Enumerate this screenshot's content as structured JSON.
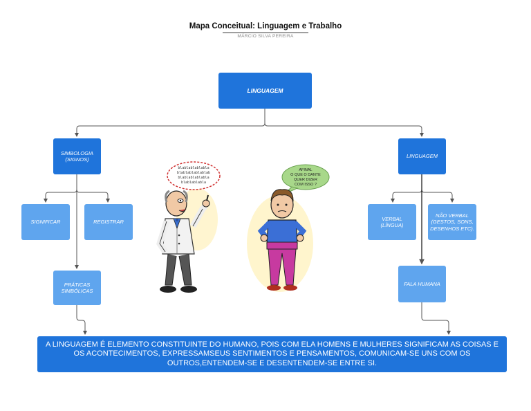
{
  "header": {
    "title": "Mapa Conceitual: Linguagem e Trabalho",
    "author": "MÁRCIO SILVA PEREIRA"
  },
  "nodes": {
    "root": "LINGUAGEM",
    "simbologia": "SIMBOLOGIA (SIGNOS)",
    "significar": "SIGNIFICAR",
    "registrar": "REGISTRAR",
    "praticas": "PRÁTICAS SIMBÓLICAS",
    "linguagem_right": "LINGUAGEM",
    "verbal": "VERBAL (LÍNGUA)",
    "nao_verbal": "NÃO VERBAL (GESTOS, SONS, DESENHOS ETC).",
    "fala_humana": "FALA HUMANA"
  },
  "conclusion": "A LINGUAGEM É ELEMENTO CONSTITUINTE DO HUMANO, POIS COM ELA HOMENS E MULHERES SIGNIFICAM AS COISAS E OS ACONTECIMENTOS, EXPRESSAMSEUS SENTIMENTOS E PENSAMENTOS, COMUNICAM-SE UNS COM OS OUTROS,ENTENDEM-SE E DESENTENDEM-SE ENTRE SI.",
  "illustrations": {
    "professor_bubble_lines": [
      "blablablablabla",
      "blablablablablab",
      "blablablablabla",
      "blablablabla"
    ],
    "student_bubble_lines": [
      "AFINAL",
      "O QUE O DANTE",
      "QUER DIZER",
      "COM ISSO ?"
    ]
  },
  "colors": {
    "primary": "#1f74db",
    "secondary": "#5fa5ee",
    "connector": "#555555"
  }
}
